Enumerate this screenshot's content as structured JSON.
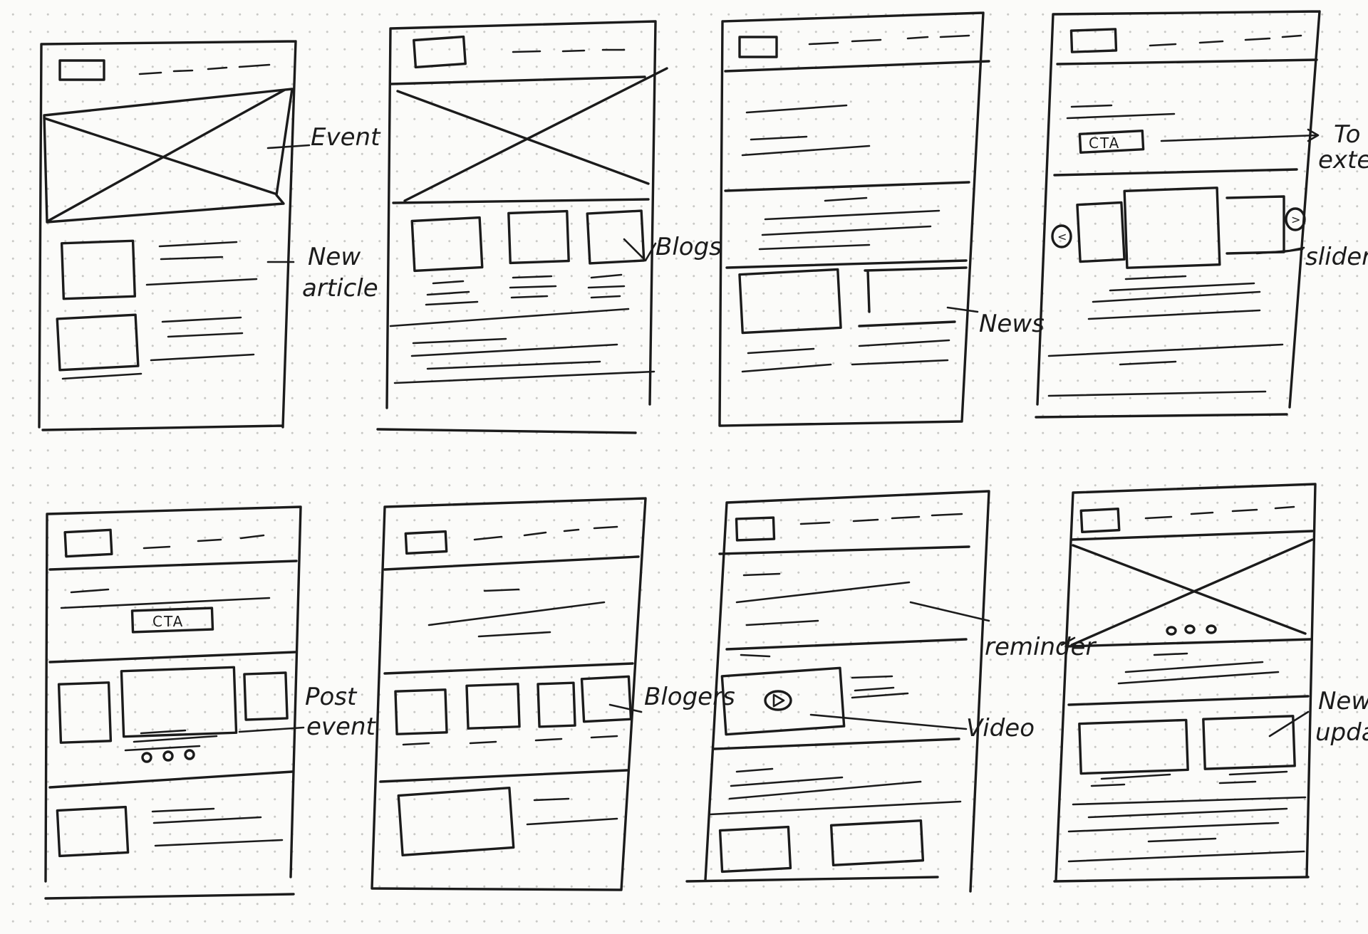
{
  "annotations": {
    "event": "Event",
    "new_article_1": "New",
    "new_article_2": "article",
    "blogs": "Blogs",
    "news": "News",
    "to_external_1": "To",
    "to_external_2": "external",
    "slider": "slider",
    "post_event_1": "Post",
    "post_event_2": "event",
    "blogers": "Blogers",
    "reminder": "reminder",
    "video": "Video",
    "new_update_1": "New",
    "new_update_2": "update"
  },
  "cta_labels": {
    "frame4": "CTA",
    "frame5": "CTA"
  },
  "slider_controls": {
    "prev": "<",
    "next": ">"
  },
  "ink_color": "#1b1b1b",
  "paper_color": "#fbfbf9",
  "dot_color": "#c9c9c6"
}
